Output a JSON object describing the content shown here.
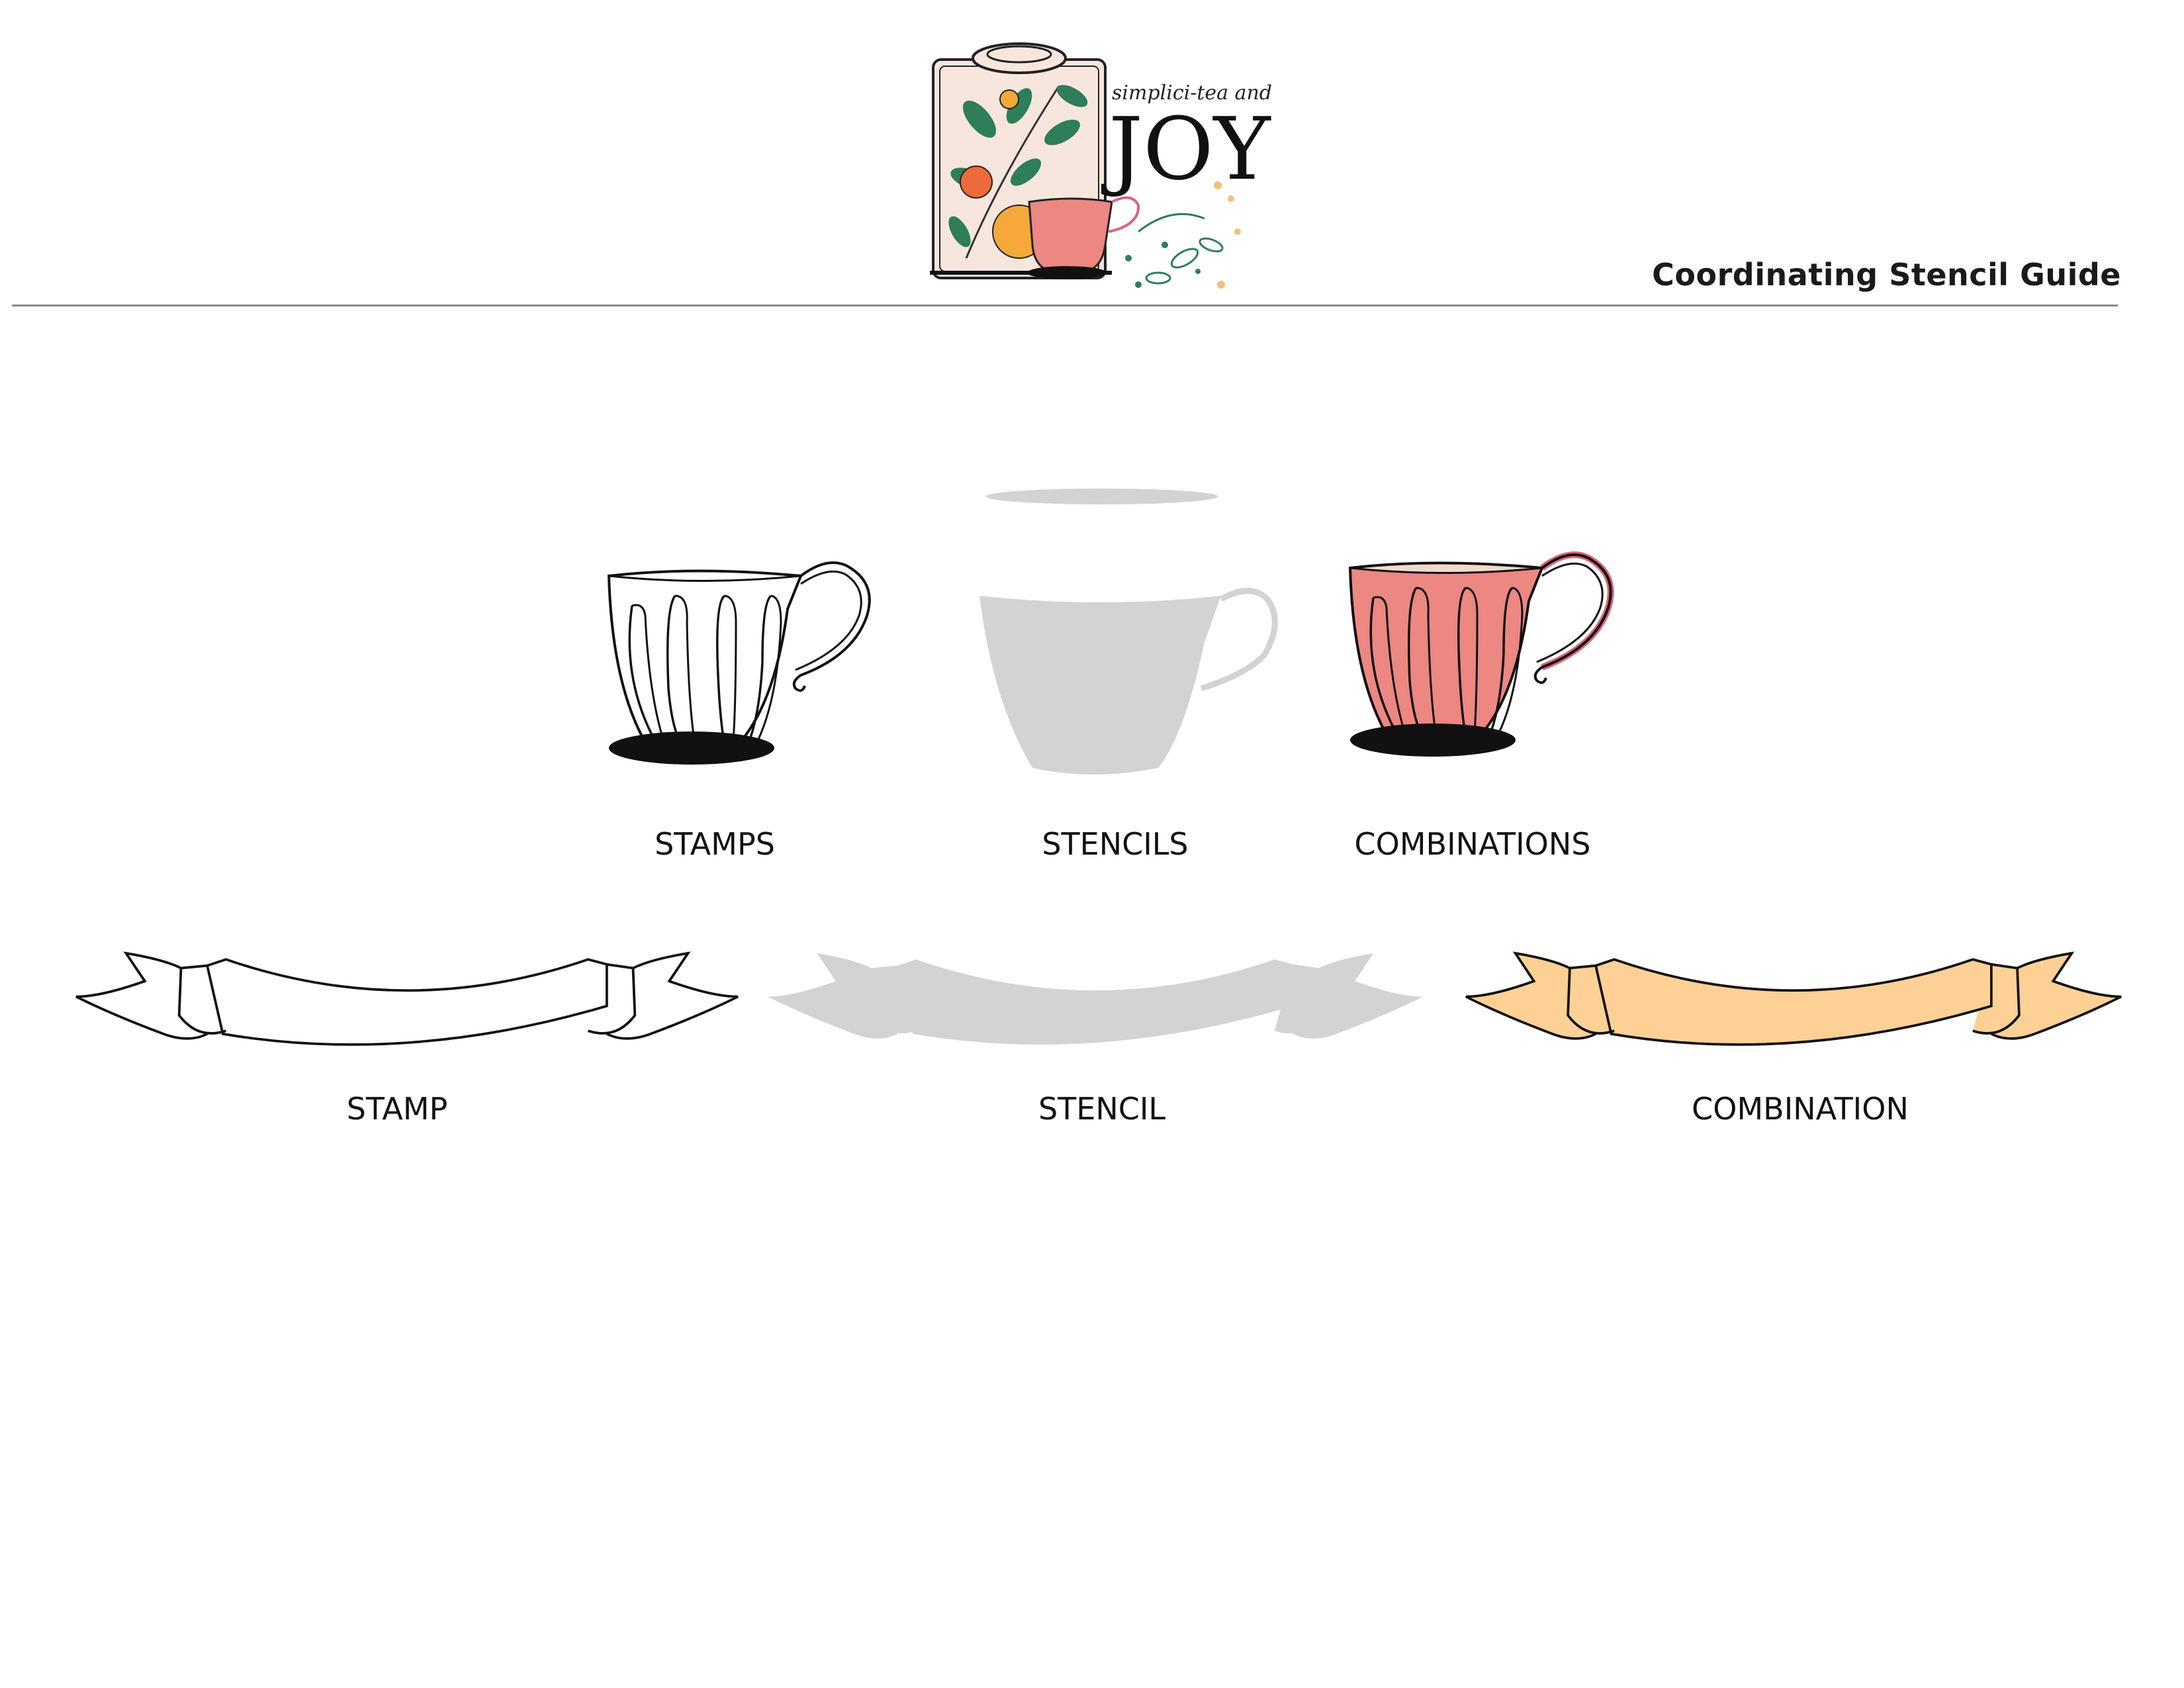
{
  "header": {
    "logo": {
      "tagline": "simplici-tea and",
      "wordmark": "JOY",
      "icon": "tea-tin-and-teacup-logo"
    },
    "title": "Coordinating Stencil Guide"
  },
  "colors": {
    "outline": "#111111",
    "stencil_gray": "#d1d3d4",
    "cup_pink": "#ec8782",
    "cup_rim": "#f4d9c9",
    "handle_pink": "#d9657a",
    "banner_peach": "#fdd095",
    "rule_gray": "#8a8a8a",
    "leaf_green": "#2e7d5b",
    "orange": "#f0a030",
    "tin_bg": "#f7e6dd"
  },
  "cups": {
    "stamp_label": "STAMPS",
    "stencil_label": "STENCILS",
    "combination_label": "COMBINATIONS",
    "icon": "teacup-icon"
  },
  "banners": {
    "stamp_label": "STAMP",
    "stencil_label": "STENCIL",
    "combination_label": "COMBINATION",
    "icon": "ribbon-banner-icon"
  }
}
